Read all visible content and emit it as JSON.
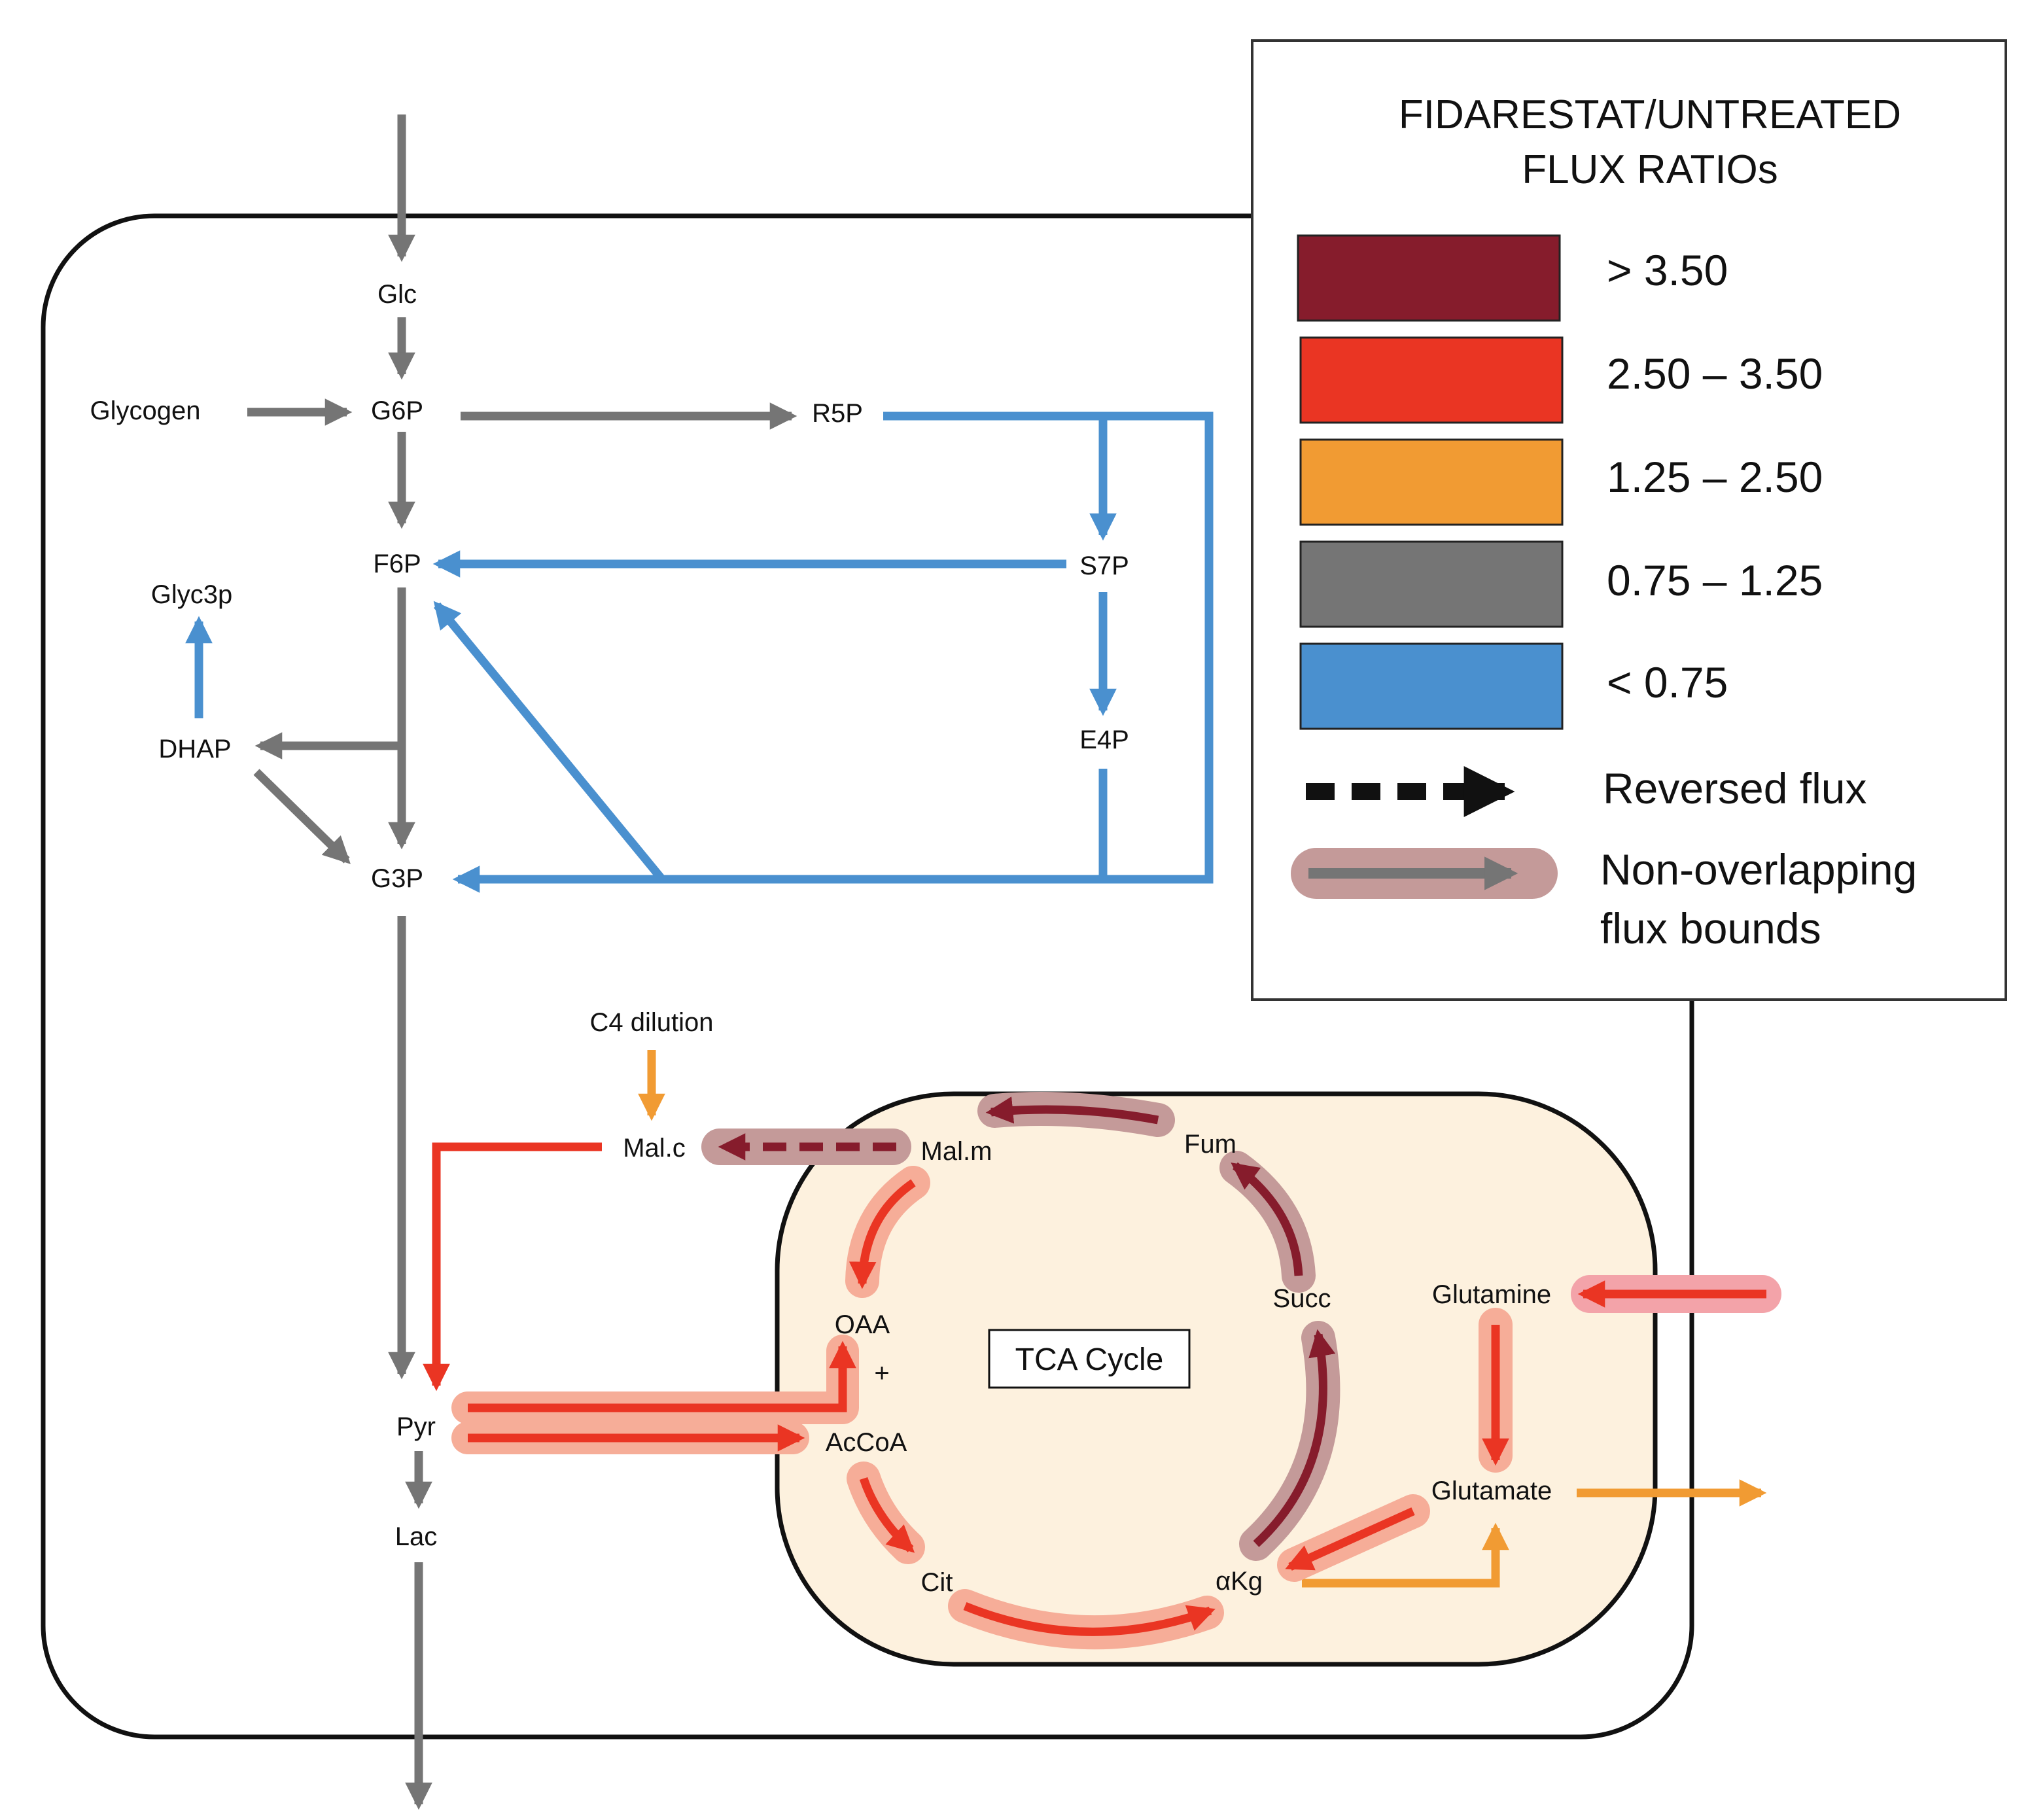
{
  "colors": {
    "gt_3_50": "#861c2c",
    "r_2_50_3_50": "#ea3523",
    "r_1_25_2_50": "#f19b33",
    "r_0_75_1_25": "#757575",
    "lt_0_75": "#4a90cf",
    "mito_fill": "#fdf1de",
    "halo_dark": "#c49a99",
    "halo_red": "#f6ad98",
    "halo_pink": "#f3a3a9"
  },
  "legend": {
    "title_line1": "FIDARESTAT/UNTREATED",
    "title_line2": "FLUX RATIOs",
    "items": [
      {
        "label": "> 3.50",
        "color_key": "gt_3_50"
      },
      {
        "label": "2.50 – 3.50",
        "color_key": "r_2_50_3_50"
      },
      {
        "label": "1.25 – 2.50",
        "color_key": "r_1_25_2_50"
      },
      {
        "label": "0.75 – 1.25",
        "color_key": "r_0_75_1_25"
      },
      {
        "label": "< 0.75",
        "color_key": "lt_0_75"
      }
    ],
    "reversed_flux": "Reversed flux",
    "non_overlap_line1": "Non-overlapping",
    "non_overlap_line2": "flux bounds"
  },
  "metabolites": {
    "glc": "Glc",
    "glycogen": "Glycogen",
    "g6p": "G6P",
    "r5p": "R5P",
    "f6p": "F6P",
    "s7p": "S7P",
    "glyc3p": "Glyc3p",
    "dhap": "DHAP",
    "e4p": "E4P",
    "g3p": "G3P",
    "c4_dilution": "C4 dilution",
    "mal_c": "Mal.c",
    "mal_m": "Mal.m",
    "fum": "Fum",
    "oaa": "OAA",
    "plus": "+",
    "succ": "Succ",
    "glutamine": "Glutamine",
    "pyr": "Pyr",
    "acoa": "AcCoA",
    "glutamate": "Glutamate",
    "lac": "Lac",
    "cit": "Cit",
    "akg": "αKg"
  },
  "tca_cycle_label": "TCA Cycle"
}
